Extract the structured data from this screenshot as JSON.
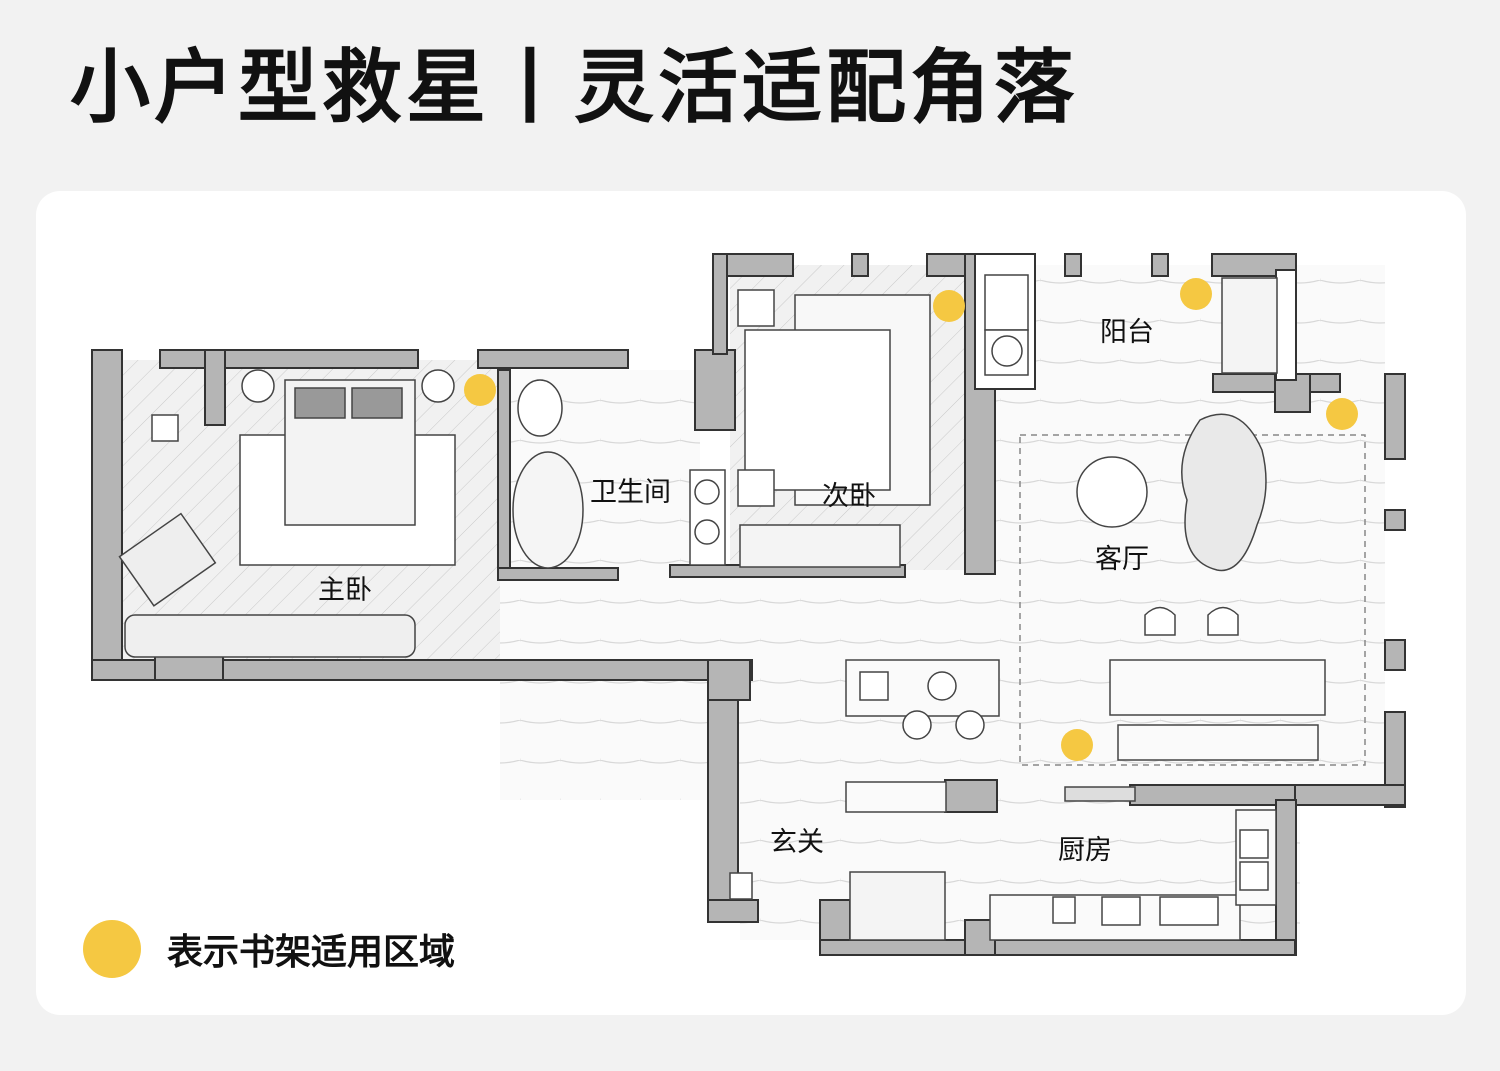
{
  "title": "小户型救星丨灵活适配角落",
  "rooms": {
    "master_bedroom": "主卧",
    "bathroom": "卫生间",
    "second_bedroom": "次卧",
    "balcony": "阳台",
    "living_room": "客厅",
    "entrance": "玄关",
    "kitchen": "厨房"
  },
  "legend": {
    "label": "表示书架适用区域",
    "color": "#f5c842"
  },
  "colors": {
    "wall": "#b5b5b5",
    "wall_dark": "#555555",
    "marker": "#f5c842"
  }
}
